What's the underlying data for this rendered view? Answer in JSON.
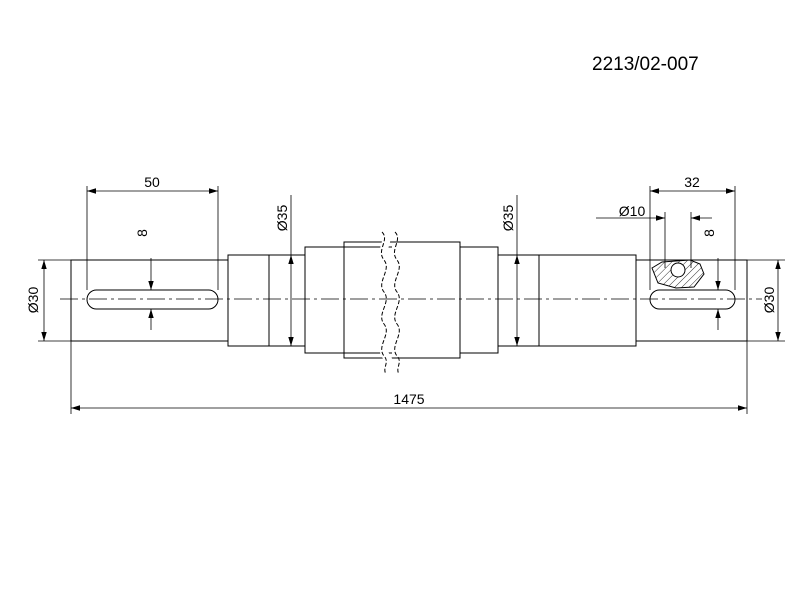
{
  "title_block": {
    "part_number": "2213/02-007"
  },
  "dimensions": {
    "total_length": "1475",
    "left_keyway_length": "50",
    "right_keyway_length": "32",
    "left_keyway_width": "8",
    "right_keyway_width": "8",
    "left_journal_dia": "Ø35",
    "right_journal_dia": "Ø35",
    "left_end_dia": "Ø30",
    "right_end_dia": "Ø30",
    "hole_dia": "Ø10"
  }
}
